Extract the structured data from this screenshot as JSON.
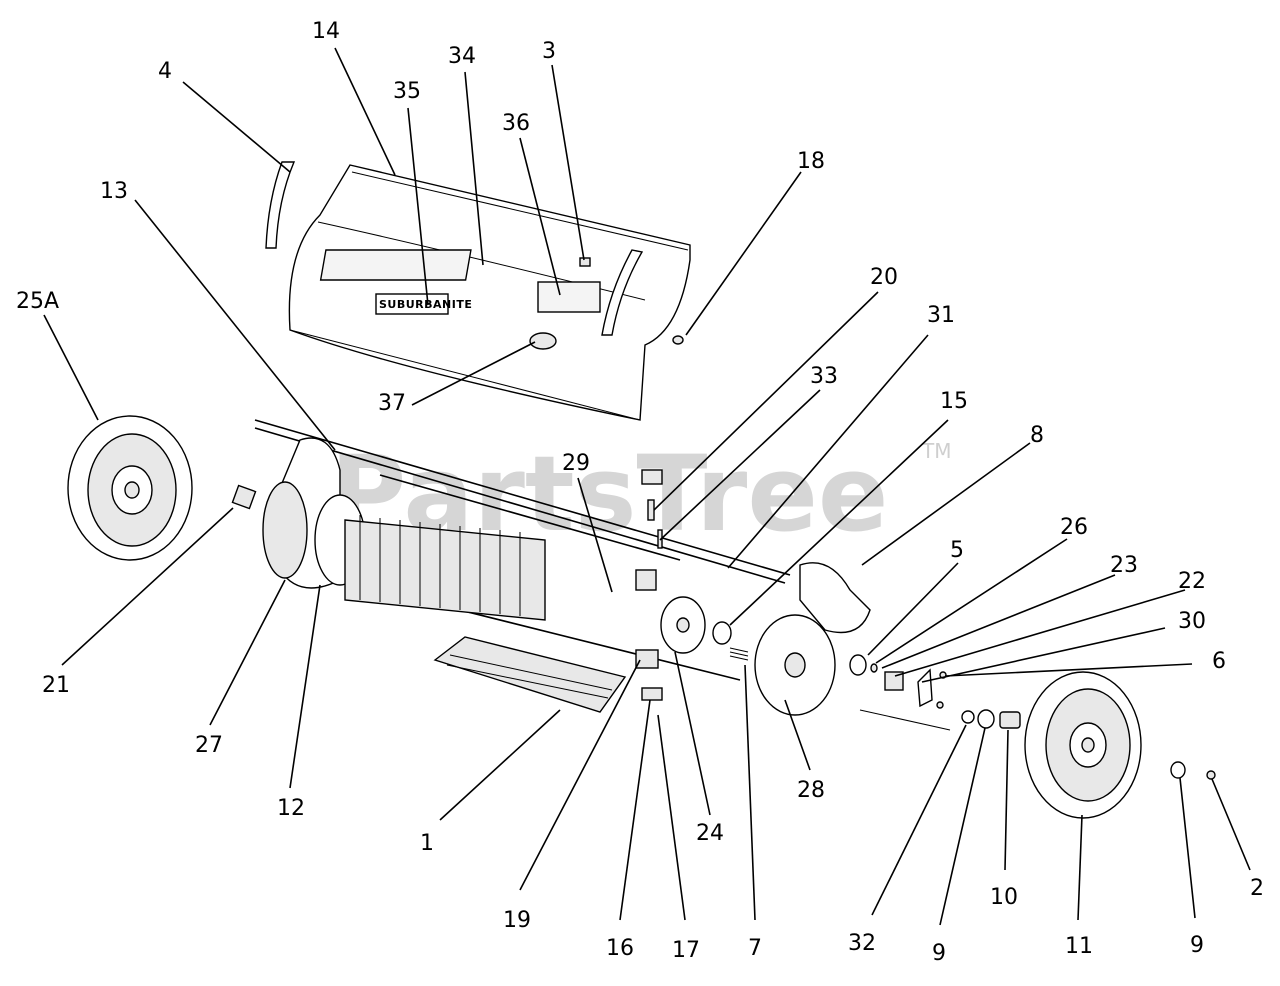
{
  "watermark": {
    "text": "PartsTree",
    "tm": "TM"
  },
  "decal_brand": "SUBURBANITE",
  "callouts": [
    "14",
    "4",
    "35",
    "34",
    "3",
    "36",
    "18",
    "13",
    "25A",
    "20",
    "31",
    "33",
    "37",
    "15",
    "29",
    "8",
    "26",
    "5",
    "23",
    "22",
    "30",
    "6",
    "21",
    "27",
    "12",
    "28",
    "1",
    "24",
    "19",
    "16",
    "17",
    "7",
    "32",
    "9",
    "10",
    "11",
    "2",
    "9"
  ]
}
